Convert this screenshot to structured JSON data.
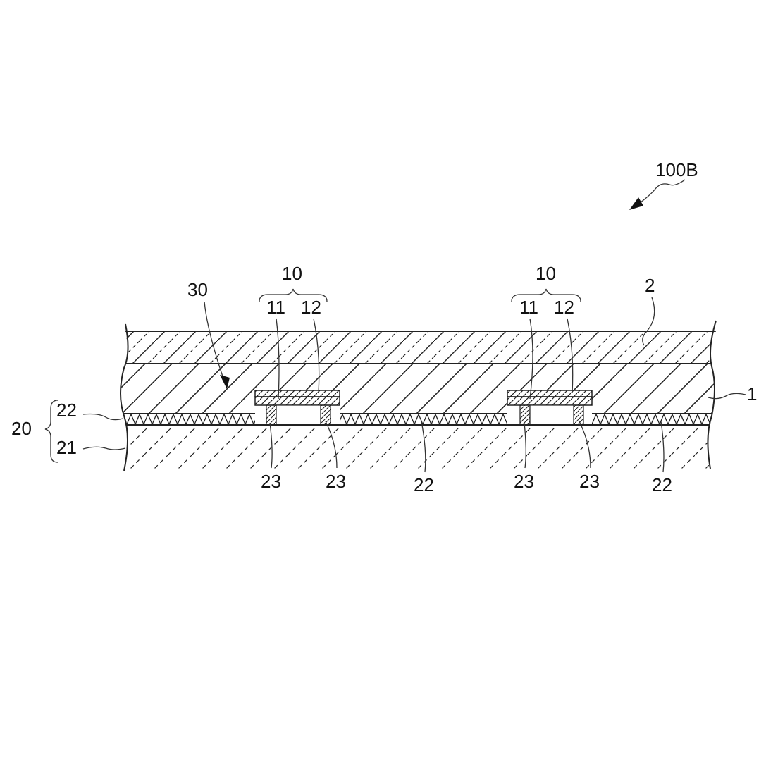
{
  "figure": {
    "reference": "100B",
    "labels": {
      "device_a": "10",
      "device_b": "10",
      "sub_11_a": "11",
      "sub_12_a": "12",
      "sub_11_b": "11",
      "sub_12_b": "12",
      "cover_2": "2",
      "layer_1": "1",
      "resin_30": "30",
      "substrate_20": "20",
      "wiring_22_left": "22",
      "base_21": "21",
      "pad_23_a": "23",
      "pad_23_b": "23",
      "wiring_22_mid": "22",
      "pad_23_c": "23",
      "pad_23_d": "23",
      "wiring_22_right": "22"
    }
  }
}
